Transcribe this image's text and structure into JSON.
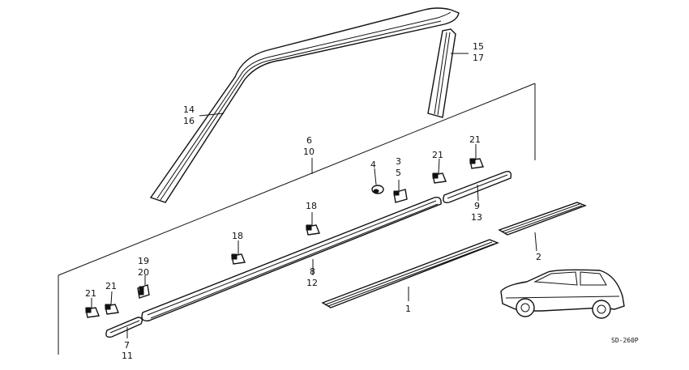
{
  "callouts": {
    "p14_16": [
      "14",
      "16"
    ],
    "p15_17": [
      "15",
      "17"
    ],
    "p6_10": [
      "6",
      "10"
    ],
    "p4": [
      "4"
    ],
    "p3_5": [
      "3",
      "5"
    ],
    "p21_a": [
      "21"
    ],
    "p21_b": [
      "21"
    ],
    "p9_13": [
      "9",
      "13"
    ],
    "p18_a": [
      "18"
    ],
    "p18_b": [
      "18"
    ],
    "p2": [
      "2"
    ],
    "p19_20": [
      "19",
      "20"
    ],
    "p8_12": [
      "8",
      "12"
    ],
    "p21_c": [
      "21"
    ],
    "p21_d": [
      "21"
    ],
    "p1": [
      "1"
    ],
    "p7_11": [
      "7",
      "11"
    ]
  },
  "diagram_code": "SD-260P"
}
